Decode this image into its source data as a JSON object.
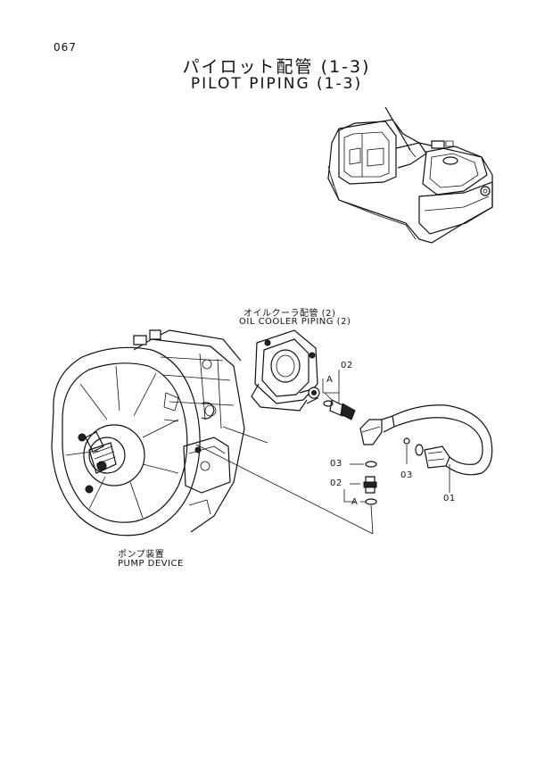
{
  "page": {
    "number": "067",
    "title_jp": "パイロット配管 (1-3)",
    "title_en": "PILOT PIPING (1-3)"
  },
  "labels": {
    "oil_cooler_piping_jp": "オイルクーラ配管 (2)",
    "oil_cooler_piping_en": "OIL COOLER PIPING (2)",
    "pump_device_jp": "ポンプ装置",
    "pump_device_en": "PUMP DEVICE"
  },
  "callouts": {
    "part_02_upper": "02",
    "ref_a_upper": "A",
    "part_03_left": "03",
    "part_03_right": "03",
    "part_02_lower": "02",
    "ref_a_lower": "A",
    "part_01": "01"
  }
}
